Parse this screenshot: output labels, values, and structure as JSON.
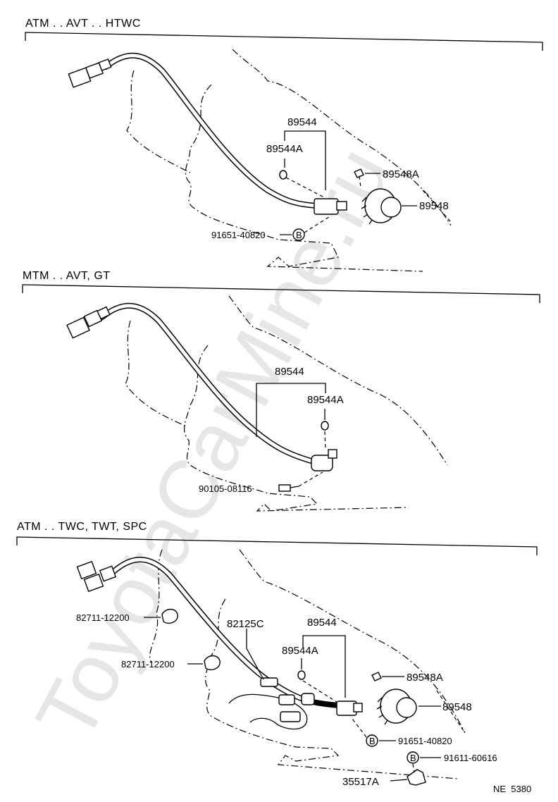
{
  "watermark": "ToyotaCarMine.ru",
  "sections": [
    {
      "header": "ATM . . AVT . . HTWC",
      "labels": {
        "p89544": "89544",
        "p89544A": "89544A",
        "p89548A": "89548A",
        "p89548": "89548",
        "bolt": "91651-40820",
        "bolt_code": "B"
      }
    },
    {
      "header": "MTM . . AVT, GT",
      "labels": {
        "p89544": "89544",
        "p89544A": "89544A",
        "bolt": "90105-08116"
      }
    },
    {
      "header": "ATM . . TWC, TWT, SPC",
      "labels": {
        "clamp1": "82711-12200",
        "clamp2": "82711-12200",
        "p82125C": "82125C",
        "p89544": "89544",
        "p89544A": "89544A",
        "p89548A": "89548A",
        "p89548": "89548",
        "bolt1": "91651-40820",
        "bolt2": "91611-60616",
        "bolt_code": "B",
        "bracket": "35517A"
      }
    }
  ],
  "footer_code": "NE  5380"
}
